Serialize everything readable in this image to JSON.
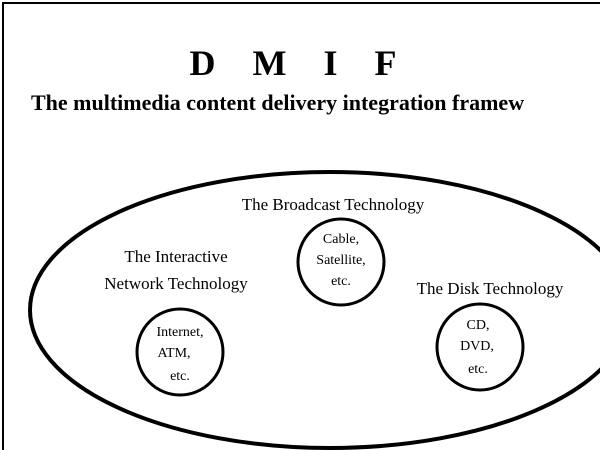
{
  "title": "D M I F",
  "subtitle": "The multimedia content delivery integration framew",
  "outer_label": "The Broadcast Technology",
  "groups": {
    "interactive": {
      "label_line1": "The Interactive",
      "label_line2": "Network Technology",
      "items": [
        "Internet,",
        "ATM,",
        "etc."
      ]
    },
    "broadcast": {
      "items": [
        "Cable,",
        "Satellite,",
        "etc."
      ]
    },
    "disk": {
      "label": "The Disk Technology",
      "items": [
        "CD,",
        "DVD,",
        "etc."
      ]
    }
  }
}
